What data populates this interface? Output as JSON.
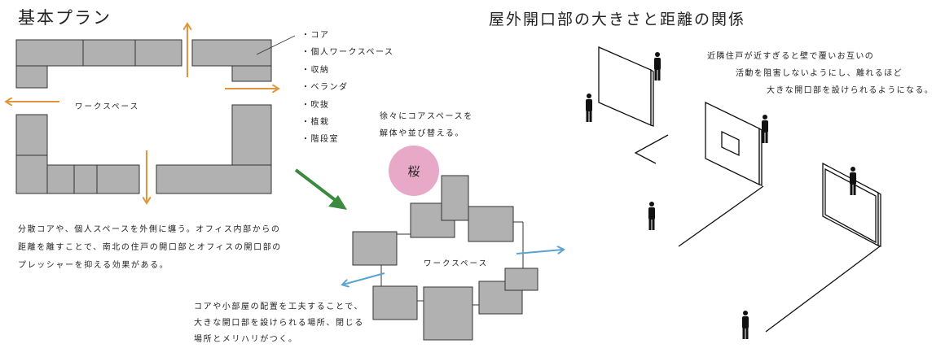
{
  "left_title": "基本プラン",
  "right_title": "屋外開口部の大きさと距離の関係",
  "legend": [
    "・コア",
    "・個人ワークスペース",
    "・収納",
    "・ベランダ",
    "・吹抜",
    "・植栽",
    "・階段室"
  ],
  "workspace_label": "ワークスペース",
  "plan_description": [
    "分散コアや、個人スペースを外側に纏う。オフィス内部からの",
    "距離を離すことで、南北の住戸の開口部とオフィスの開口部の",
    "プレッシャーを抑える効果がある。"
  ],
  "rearrange_note": [
    "徐々にコアスペースを",
    "解体や並び替える。"
  ],
  "sakura_label": "桜",
  "layout_description": [
    "コアや小部屋の配置を工夫することで、",
    "大きな開口部を設けられる場所、閉じる",
    "場所とメリハリがつく。"
  ],
  "distance_note": [
    "近隣住戸が近すぎると壁で覆いお互いの",
    "活動を阻害しないようにし、離れるほど",
    "大きな開口部を設けられるようになる。"
  ],
  "colors": {
    "block_fill": "#b1b1b1",
    "block_stroke": "#333333",
    "orange_arrow": "#e0963c",
    "blue_arrow": "#5aa3cf",
    "green_arrow": "#3b8a3d",
    "sakura_pink": "#e8a9c9"
  }
}
